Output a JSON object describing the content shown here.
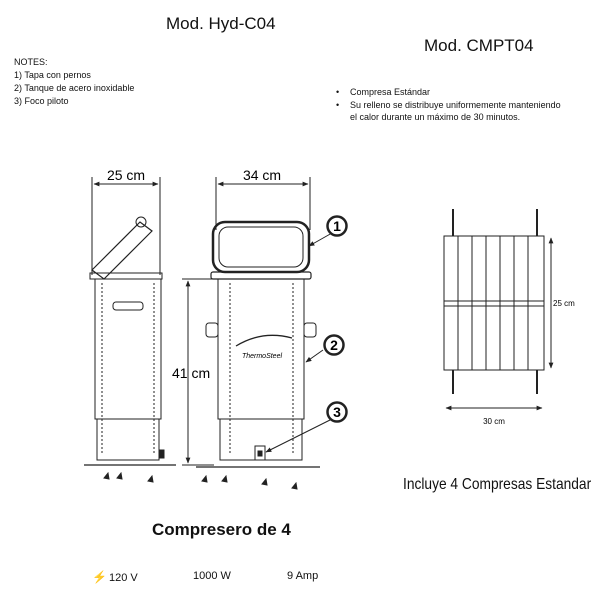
{
  "title_left": "Mod. Hyd-C04",
  "title_right": "Mod. CMPT04",
  "notes": {
    "heading": "NOTES:",
    "items": [
      "1) Tapa con pernos",
      "2) Tanque de acero inoxidable",
      "3) Foco piloto"
    ]
  },
  "features": {
    "items": [
      "Compresa Estándar",
      "Su relleno se distribuye uniformemente manteniendo"
    ],
    "continuation": "el calor durante un máximo de 30 minutos."
  },
  "dimensions": {
    "side_width": "25 cm",
    "front_width": "34 cm",
    "height": "41 cm",
    "pack_height": "25 cm",
    "pack_width": "30 cm"
  },
  "callouts": [
    "1",
    "2",
    "3"
  ],
  "brand_label": "ThermoSteel",
  "includes": "Incluye 4 Compresas Estandar",
  "model_name": "Compresero de 4",
  "specs": {
    "voltage": "120 V",
    "power": "1000 W",
    "current": "9 Amp"
  },
  "colors": {
    "line": "#222222",
    "background": "#ffffff"
  }
}
